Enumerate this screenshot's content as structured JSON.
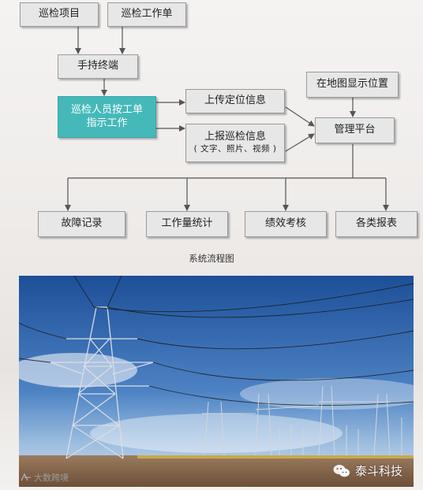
{
  "flowchart": {
    "boxes": {
      "inspection_project": "巡检项目",
      "inspection_ticket": "巡检工作单",
      "handheld_terminal": "手持终端",
      "inspector_line1": "巡检人员按工单",
      "inspector_line2": "指示工作",
      "upload_location": "上传定位信息",
      "report_info_line1": "上报巡检信息",
      "report_info_line2": "( 文字、照片、视频 )",
      "map_display": "在地图显示位置",
      "management_platform": "管理平台",
      "fault_record": "故障记录",
      "workload_stats": "工作量统计",
      "performance_eval": "绩效考核",
      "reports": "各类报表"
    },
    "caption": "系统流程图",
    "colors": {
      "box_fill": "#e7e7e7",
      "highlight_fill": "#45b9b9",
      "connector": "#555555"
    }
  },
  "photo": {
    "subject": "high-voltage-transmission-towers-substation",
    "watermark_left": "大数跨境",
    "watermark_right": "泰斗科技",
    "watermark_icon": "wechat-icon"
  }
}
